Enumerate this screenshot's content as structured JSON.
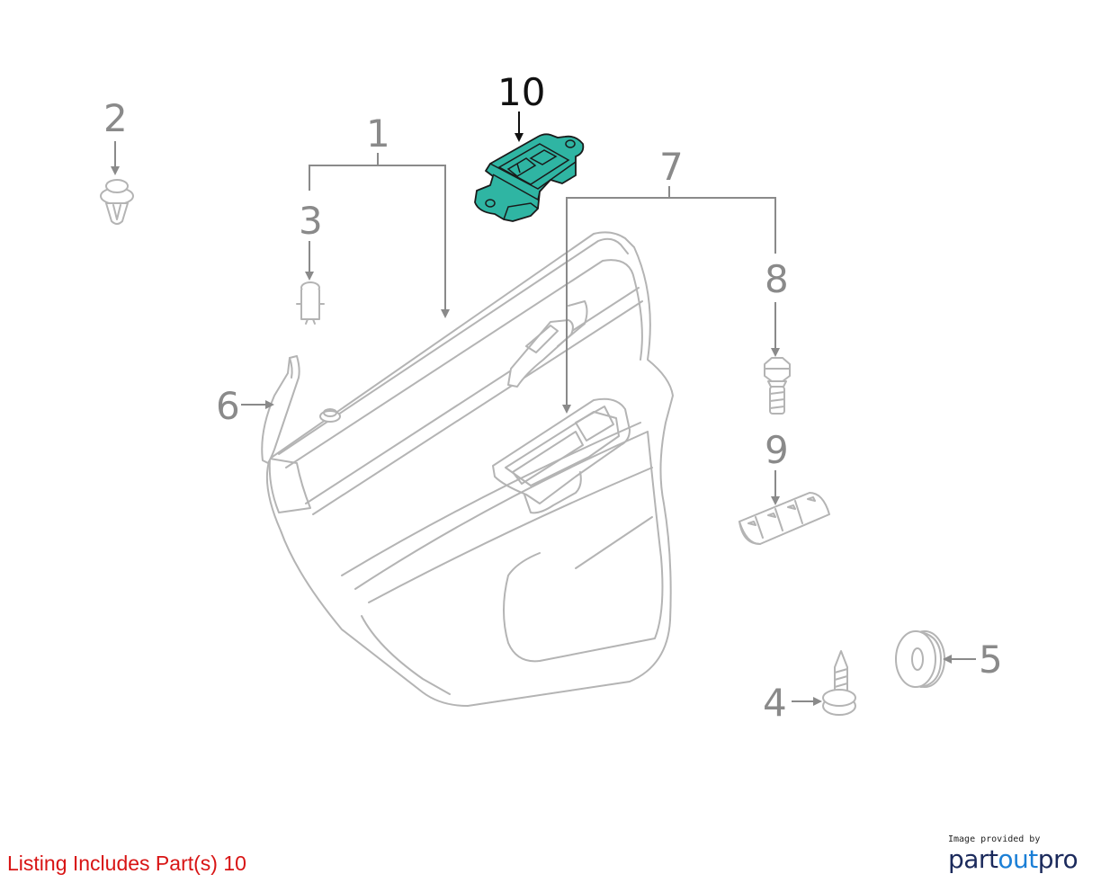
{
  "diagram": {
    "callouts": {
      "c1": "1",
      "c2": "2",
      "c3": "3",
      "c4": "4",
      "c5": "5",
      "c6": "6",
      "c7": "7",
      "c8": "8",
      "c9": "9",
      "c10": "10"
    },
    "highlighted_part": "10",
    "colors": {
      "highlight_fill": "#2fb5a3",
      "line_gray": "#b4b4b4",
      "callout_gray": "#8a8a8a",
      "listing_red": "#d81414"
    }
  },
  "footer": {
    "listing_text": "Listing Includes Part(s) 10",
    "credit_caption": "Image provided by",
    "brand_part1": "part",
    "brand_part2": "out",
    "brand_part3": "pro"
  }
}
